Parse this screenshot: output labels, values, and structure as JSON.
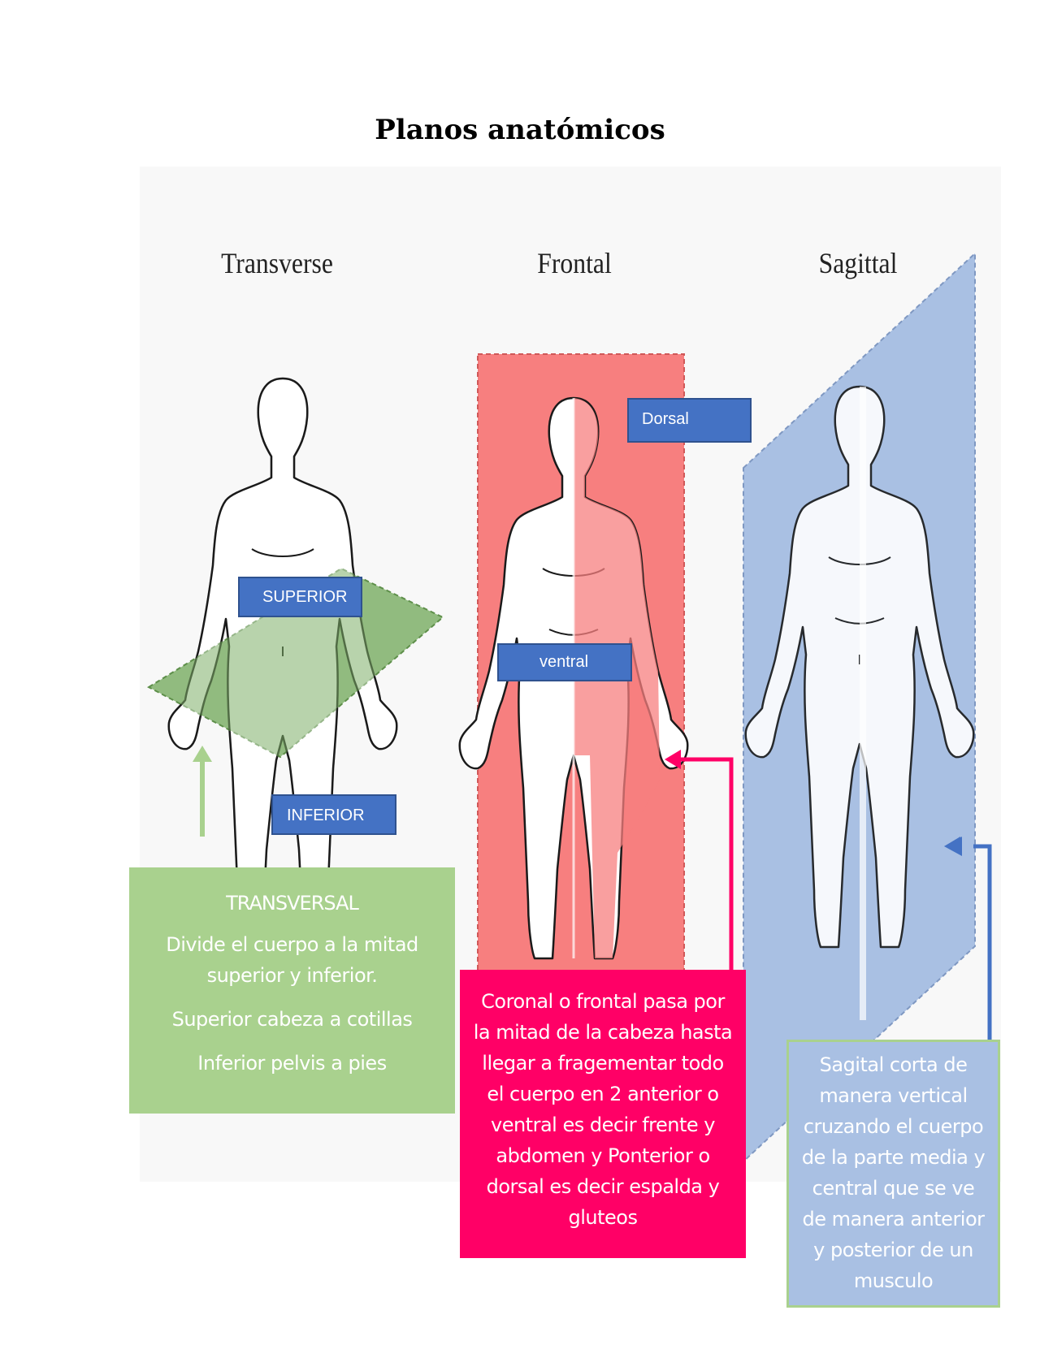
{
  "title": "Planos anatómicos",
  "diagram": {
    "plane_labels": {
      "transverse": "Transverse",
      "frontal": "Frontal",
      "sagittal": "Sagittal"
    },
    "tags": {
      "superior": "SUPERIOR",
      "inferior": "INFERIOR",
      "dorsal": "Dorsal",
      "ventral": "ventral"
    },
    "colors": {
      "transverse_plane": "#7fb06a",
      "frontal_plane": "#f77f7f",
      "sagittal_plane": "#a9c0e3",
      "tag_fill": "#4472c4",
      "green_arrow": "#a9d18e",
      "pink_arrow": "#ff0066",
      "blue_arrow": "#4472c4"
    }
  },
  "boxes": {
    "transversal": {
      "heading": "TRANSVERSAL",
      "line1": "Divide el cuerpo a la mitad",
      "line2": "superior y inferior.",
      "line3": "Superior cabeza a cotillas",
      "line4": "Inferior pelvis a pies"
    },
    "coronal": {
      "lines": [
        "Coronal o frontal pasa por",
        "la mitad de la cabeza hasta",
        "llegar a fragementar todo",
        "el cuerpo en 2 anterior o",
        "ventral es decir frente y",
        "abdomen y Ponterior o",
        "dorsal es decir espalda y",
        "gluteos"
      ]
    },
    "sagital": {
      "lines": [
        "Sagital corta de",
        "manera vertical",
        "cruzando el cuerpo",
        "de la parte media y",
        "central que se ve",
        "de manera anterior",
        "y posterior de un",
        "musculo"
      ]
    }
  }
}
